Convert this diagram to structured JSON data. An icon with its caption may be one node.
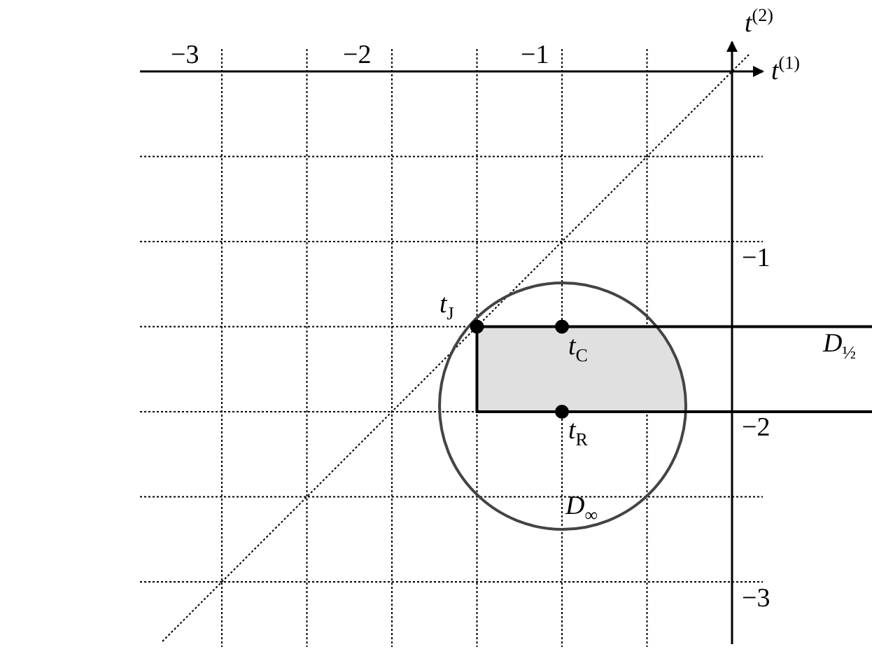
{
  "diagram": {
    "labels": [
      "*t*$^{(2)}$",
      "−3",
      "−2",
      "−1",
      "*t*$^{(1)}$",
      "−1",
      "*t*$_{J}$",
      "*t*$_{C}$",
      "*D*$_{½}$",
      "*t*$_{R}$",
      "−2",
      "*D*$_{∞}$",
      "−3"
    ]
  }
}
